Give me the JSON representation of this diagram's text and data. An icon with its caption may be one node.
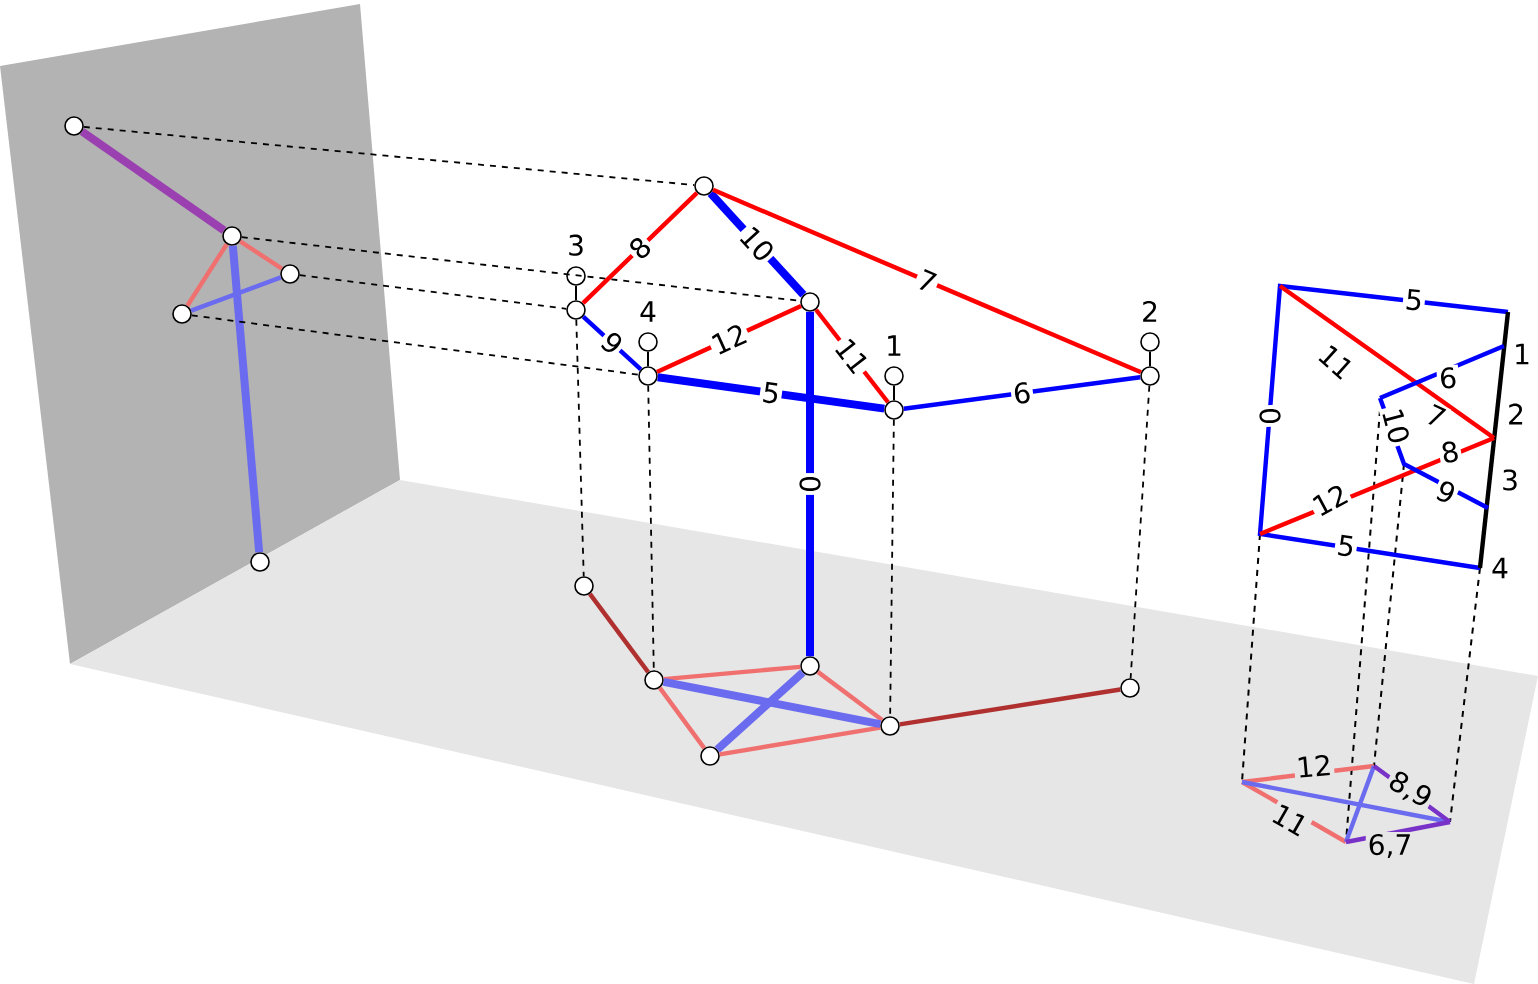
{
  "diagram": {
    "nodes": [
      {
        "text": [],
        "shape": "circle"
      },
      {
        "text": [],
        "shape": "circle"
      },
      {
        "text": [],
        "shape": "circle"
      },
      {
        "text": [],
        "shape": "circle"
      },
      {
        "text": [],
        "shape": "circle"
      },
      {
        "text": [],
        "shape": "circle"
      },
      {
        "text": [],
        "shape": "circle",
        "beside": [
          "3"
        ]
      },
      {
        "text": [],
        "shape": "circle"
      },
      {
        "text": [],
        "shape": "circle"
      },
      {
        "text": [],
        "shape": "circle",
        "beside": [
          "4"
        ]
      },
      {
        "text": [],
        "shape": "circle"
      },
      {
        "text": [],
        "shape": "circle",
        "beside": [
          "1"
        ]
      },
      {
        "text": [],
        "shape": "circle"
      },
      {
        "text": [],
        "shape": "circle",
        "beside": [
          "2"
        ]
      },
      {
        "text": [],
        "shape": "circle"
      },
      {
        "text": [],
        "shape": "circle"
      },
      {
        "text": [],
        "shape": "circle"
      },
      {
        "text": [],
        "shape": "circle"
      },
      {
        "text": [],
        "shape": "circle"
      },
      {
        "text": [],
        "shape": "circle"
      },
      {
        "text": [],
        "shape": "circle"
      }
    ],
    "edges": [
      {
        "from": 0,
        "to": 1,
        "arrow": "none",
        "style": "thick",
        "color": "#9a40b0"
      },
      {
        "from": 1,
        "to": 2,
        "arrow": "none",
        "color": "#f07070"
      },
      {
        "from": 1,
        "to": 3,
        "arrow": "none",
        "color": "#f07070"
      },
      {
        "from": 3,
        "to": 2,
        "arrow": "none",
        "color": "#6b6bf0"
      },
      {
        "from": 1,
        "to": 4,
        "arrow": "none",
        "style": "thick",
        "color": "#6b6bf0"
      },
      {
        "from": 0,
        "to": 5,
        "arrow": "none",
        "style": "dashed"
      },
      {
        "from": 1,
        "to": 8,
        "arrow": "none",
        "style": "dashed"
      },
      {
        "from": 2,
        "to": 7,
        "arrow": "none",
        "style": "dashed"
      },
      {
        "from": 3,
        "to": 10,
        "arrow": "none",
        "style": "dashed"
      },
      {
        "from": 5,
        "to": 7,
        "arrow": "none",
        "label": "8",
        "color": "#ff0000"
      },
      {
        "from": 5,
        "to": 8,
        "arrow": "none",
        "label": "10",
        "style": "thick",
        "color": "#0000ff"
      },
      {
        "from": 5,
        "to": 14,
        "arrow": "none",
        "label": "7",
        "color": "#ff0000"
      },
      {
        "from": 7,
        "to": 10,
        "arrow": "none",
        "label": "9",
        "color": "#0000ff"
      },
      {
        "from": 10,
        "to": 8,
        "arrow": "none",
        "label": "12",
        "color": "#ff0000"
      },
      {
        "from": 8,
        "to": 12,
        "arrow": "none",
        "label": "11",
        "color": "#ff0000"
      },
      {
        "from": 10,
        "to": 12,
        "arrow": "none",
        "label": "5",
        "style": "thick",
        "color": "#0000ff"
      },
      {
        "from": 12,
        "to": 14,
        "arrow": "none",
        "label": "6",
        "color": "#0000ff"
      },
      {
        "from": 8,
        "to": 17,
        "arrow": "none",
        "label": "0",
        "style": "thick",
        "color": "#0000ff"
      },
      {
        "from": 6,
        "to": 7,
        "arrow": "none"
      },
      {
        "from": 9,
        "to": 10,
        "arrow": "none"
      },
      {
        "from": 11,
        "to": 12,
        "arrow": "none"
      },
      {
        "from": 13,
        "to": 14,
        "arrow": "none"
      },
      {
        "from": 7,
        "to": 15,
        "arrow": "none",
        "style": "dashed"
      },
      {
        "from": 10,
        "to": 16,
        "arrow": "none",
        "style": "dashed"
      },
      {
        "from": 12,
        "to": 18,
        "arrow": "none",
        "style": "dashed"
      },
      {
        "from": 14,
        "to": 20,
        "arrow": "none",
        "style": "dashed"
      },
      {
        "from": 15,
        "to": 16,
        "arrow": "none",
        "color": "#b03030"
      },
      {
        "from": 16,
        "to": 17,
        "arrow": "none",
        "color": "#f07070"
      },
      {
        "from": 16,
        "to": 19,
        "arrow": "none",
        "color": "#f07070"
      },
      {
        "from": 19,
        "to": 18,
        "arrow": "none",
        "color": "#f07070"
      },
      {
        "from": 17,
        "to": 18,
        "arrow": "none",
        "color": "#f07070"
      },
      {
        "from": 16,
        "to": 18,
        "arrow": "none",
        "style": "thick",
        "color": "#6b6bf0"
      },
      {
        "from": 17,
        "to": 19,
        "arrow": "none",
        "style": "thick",
        "color": "#6b6bf0"
      },
      {
        "from": 18,
        "to": 20,
        "arrow": "none",
        "color": "#b03030"
      }
    ],
    "labels": [
      "5",
      "11",
      "6",
      "1",
      "0",
      "7",
      "2",
      "10",
      "8",
      "12",
      "3",
      "9",
      "5",
      "4",
      "12",
      "8,9",
      "11",
      "6,7"
    ]
  }
}
